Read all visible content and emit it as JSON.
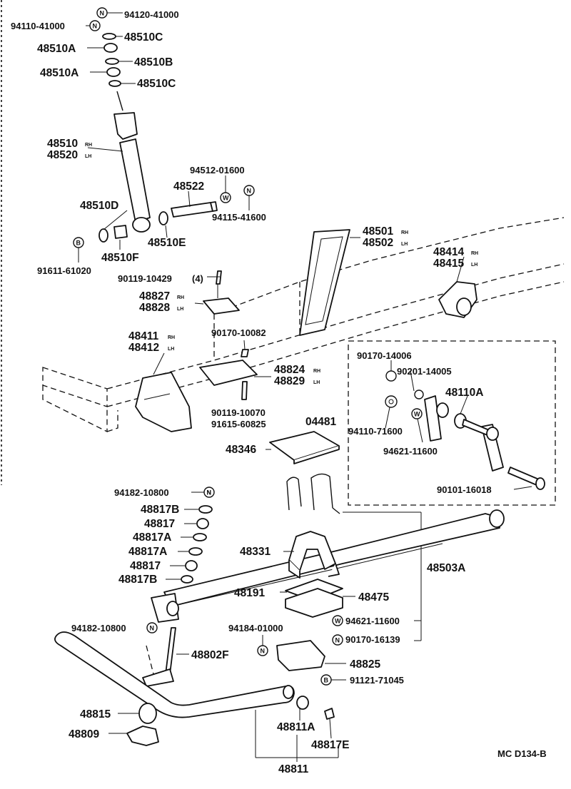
{
  "diagram": {
    "code": "MC D134-B",
    "symbols": {
      "nut": "N",
      "washer": "W",
      "bolt": "B"
    },
    "side_marks": {
      "rh": "RH",
      "lh": "LH"
    },
    "labels": {
      "p94120": "94120-41000",
      "p94110a": "94110-41000",
      "p48510c1": "48510C",
      "p48510a1": "48510A",
      "p48510b": "48510B",
      "p48510a2": "48510A",
      "p48510c2": "48510C",
      "p48510rh": "48510",
      "p48520lh": "48520",
      "p94512": "94512-01600",
      "p48522": "48522",
      "p94115": "94115-41600",
      "p48510d": "48510D",
      "p48510e": "48510E",
      "p48510f": "48510F",
      "p91611": "91611-61020",
      "p90119a": "90119-10429",
      "p90119a_qty": "(4)",
      "p48827rh": "48827",
      "p48828lh": "48828",
      "p48501rh": "48501",
      "p48502lh": "48502",
      "p48414rh": "48414",
      "p48415lh": "48415",
      "p48411rh": "48411",
      "p48412lh": "48412",
      "p90170a": "90170-10082",
      "p48824rh": "48824",
      "p48829lh": "48829",
      "p90119b": "90119-10070",
      "p91615": "91615-60825",
      "p04481": "04481",
      "p48346": "48346",
      "p90170b": "90170-14006",
      "p90201": "90201-14005",
      "p48110a": "48110A",
      "p94110b": "94110-71600",
      "p94621a": "94621-11600",
      "p90101": "90101-16018",
      "p94182a": "94182-10800",
      "p48817b1": "48817B",
      "p48817_1": "48817",
      "p48817a1": "48817A",
      "p48817a2": "48817A",
      "p48817_2": "48817",
      "p48817b2": "48817B",
      "p48331": "48331",
      "p48503a": "48503A",
      "p48191": "48191",
      "p48475": "48475",
      "p94621b": "94621-11600",
      "p90170c": "90170-16139",
      "p94182b": "94182-10800",
      "p94184": "94184-01000",
      "p48802f": "48802F",
      "p48825": "48825",
      "p91121": "91121-71045",
      "p48815": "48815",
      "p48809": "48809",
      "p48811a": "48811A",
      "p48817e": "48817E",
      "p48811": "48811"
    }
  }
}
